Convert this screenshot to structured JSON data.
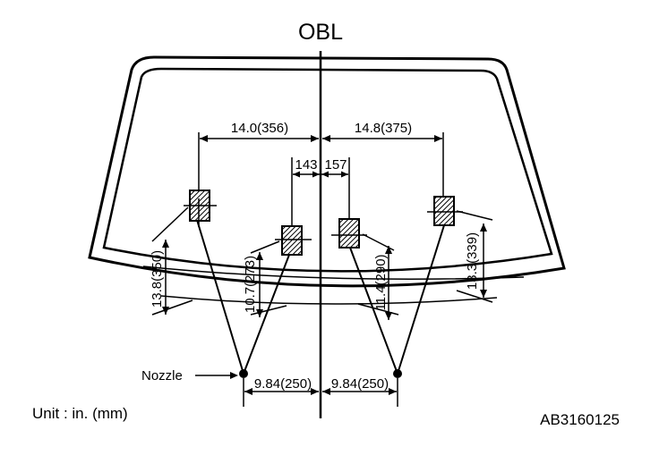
{
  "diagram": {
    "title": "OBL",
    "unit_note": "Unit : in. (mm)",
    "figure_code": "AB3160125",
    "nozzle_label": "Nozzle",
    "dimensions": {
      "left_outer_span": "14.0(356)",
      "right_outer_span": "14.8(375)",
      "left_inner_offset": "143",
      "right_inner_offset": "157",
      "left_outer_height": "13.8(350)",
      "left_inner_height": "10.7(273)",
      "right_inner_height": "11.4(290)",
      "right_outer_height": "13.3(339)",
      "left_nozzle_offset": "9.84(250)",
      "right_nozzle_offset": "9.84(250)"
    }
  }
}
